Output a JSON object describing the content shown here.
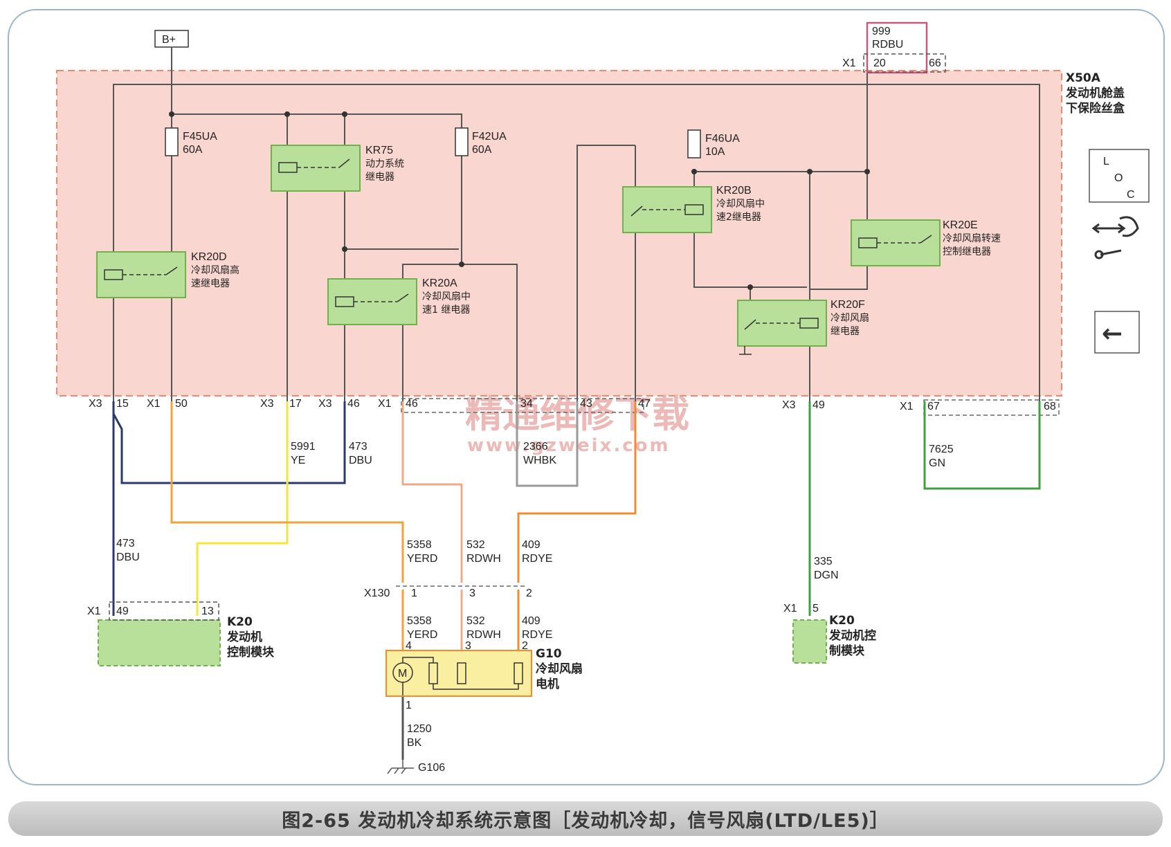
{
  "colors": {
    "fuse_box_fill": "#f9d6d0",
    "fuse_box_border": "#e98a6e",
    "relay_fill": "#b9e09a",
    "wire_dbu": "#2b3a6b",
    "wire_ye": "#f3e83a",
    "wire_yerd": "#f2a23a",
    "wire_rdwh": "#f1a98a",
    "wire_rdye": "#f08c30",
    "wire_whbk": "#9a9a9a",
    "wire_gn": "#3da23d",
    "wire_rdbu": "#c45a7a",
    "wire_bk": "#555555"
  },
  "battery": "B+",
  "fusebox": {
    "id": "X50A",
    "name_line1": "发动机舱盖",
    "name_line2": "下保险丝盒"
  },
  "fuses": [
    {
      "id": "F45UA",
      "rating": "60A"
    },
    {
      "id": "F42UA",
      "rating": "60A"
    },
    {
      "id": "F46UA",
      "rating": "10A"
    }
  ],
  "relays": {
    "kr75": {
      "id": "KR75",
      "l1": "动力系统",
      "l2": "继电器"
    },
    "kr20d": {
      "id": "KR20D",
      "l1": "冷却风扇高",
      "l2": "速继电器"
    },
    "kr20a": {
      "id": "KR20A",
      "l1": "冷却风扇中",
      "l2": "速1 继电器"
    },
    "kr20b": {
      "id": "KR20B",
      "l1": "冷却风扇中",
      "l2": "速2继电器"
    },
    "kr20e": {
      "id": "KR20E",
      "l1": "冷却风扇转速",
      "l2": "控制继电器"
    },
    "kr20f": {
      "id": "KR20F",
      "l1": "冷却风扇",
      "l2": "继电器"
    }
  },
  "connectors": {
    "x3": "X3",
    "x1": "X1",
    "x130": "X130",
    "pins": {
      "p15": "15",
      "p50": "50",
      "p17": "17",
      "p46": "46",
      "p34": "34",
      "p43": "43",
      "p47": "47",
      "p49": "49",
      "p67": "67",
      "p68": "68",
      "p20": "20",
      "p66": "66",
      "p1": "1",
      "p3": "3",
      "p2": "2",
      "p4": "4",
      "p13": "13",
      "p5": "5"
    }
  },
  "wires": {
    "w999": {
      "num": "999",
      "color": "RDBU"
    },
    "w5991": {
      "num": "5991",
      "color": "YE"
    },
    "w473a": {
      "num": "473",
      "color": "DBU"
    },
    "w2366": {
      "num": "2366",
      "color": "WHBK"
    },
    "w7625": {
      "num": "7625",
      "color": "GN"
    },
    "w473b": {
      "num": "473",
      "color": "DBU"
    },
    "w5358": {
      "num": "5358",
      "color": "YERD"
    },
    "w532": {
      "num": "532",
      "color": "RDWH"
    },
    "w409": {
      "num": "409",
      "color": "RDYE"
    },
    "w335": {
      "num": "335",
      "color": "DGN"
    },
    "w1250": {
      "num": "1250",
      "color": "BK"
    }
  },
  "k20_left": {
    "id": "K20",
    "l1": "发动机",
    "l2": "控制模块"
  },
  "k20_right": {
    "id": "K20",
    "l1": "发动机控",
    "l2": "制模块"
  },
  "g10": {
    "id": "G10",
    "l1": "冷却风扇",
    "l2": "电机",
    "motor": "M"
  },
  "ground": "G106",
  "side_icons": {
    "loc_l": "L",
    "loc_o": "O",
    "loc_c": "C",
    "back_arrow": "←"
  },
  "watermark": {
    "line1": "精通维修下载",
    "line2": "www.gzweix.com"
  },
  "caption": "图2-65 发动机冷却系统示意图［发动机冷却，信号风扇(LTD/LE5)］"
}
